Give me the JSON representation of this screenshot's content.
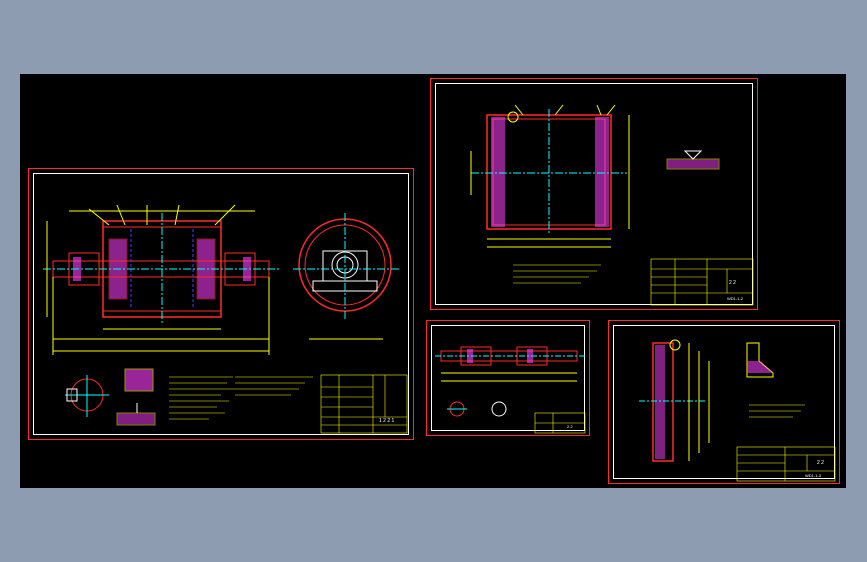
{
  "drawing": {
    "sheets": [
      {
        "id": "main-assembly",
        "title_block_code": "1 2 2 1"
      },
      {
        "id": "drum-shell",
        "title_block_code": "2 2",
        "title_block_drawing_no": "WD1-1-2"
      },
      {
        "id": "shaft",
        "title_block_code": "2 2"
      },
      {
        "id": "end-plate",
        "title_block_code": "2 2",
        "title_block_drawing_no": "WD1-1-3"
      }
    ]
  },
  "colors": {
    "background": "#8d9cb1",
    "paper": "#000000",
    "border_outer": "#ff2a2a",
    "border_inner": "#ffffff",
    "outline": "#ff2a2a",
    "dimension": "#ffff00",
    "centerline": "#00ffff",
    "hatch": "#ff3fff",
    "hidden": "#3f3fff",
    "text": "#ffffff"
  }
}
